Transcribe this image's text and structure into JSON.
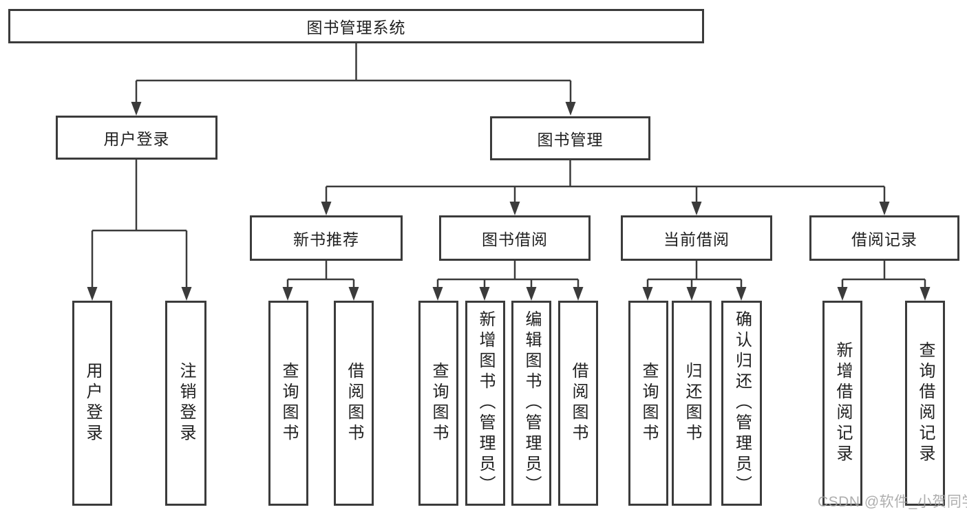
{
  "diagram": {
    "root": {
      "label": "图书管理系统"
    },
    "level2": [
      {
        "id": "user-login",
        "label": "用户登录"
      },
      {
        "id": "book-management",
        "label": "图书管理"
      }
    ],
    "level3": [
      {
        "id": "new-book-recommend",
        "label": "新书推荐"
      },
      {
        "id": "book-borrow",
        "label": "图书借阅"
      },
      {
        "id": "current-borrow",
        "label": "当前借阅"
      },
      {
        "id": "borrow-records",
        "label": "借阅记录"
      }
    ],
    "leaves": [
      {
        "id": "user-login-leaf",
        "label": "用户登录"
      },
      {
        "id": "logout",
        "label": "注销登录"
      },
      {
        "id": "query-books-recommend",
        "label": "查询图书"
      },
      {
        "id": "borrow-books-recommend",
        "label": "借阅图书"
      },
      {
        "id": "query-books-borrow",
        "label": "查询图书"
      },
      {
        "id": "add-books-admin",
        "label": "新增图书（管理员）"
      },
      {
        "id": "edit-books-admin",
        "label": "编辑图书（管理员）"
      },
      {
        "id": "borrow-books",
        "label": "借阅图书"
      },
      {
        "id": "query-books-current",
        "label": "查询图书"
      },
      {
        "id": "return-books",
        "label": "归还图书"
      },
      {
        "id": "confirm-return-admin",
        "label": "确认归还（管理员）"
      },
      {
        "id": "add-borrow-record",
        "label": "新增借阅记录"
      },
      {
        "id": "query-borrow-record",
        "label": "查询借阅记录"
      }
    ]
  },
  "watermark": {
    "text": "CSDN @软件_小贺同学"
  },
  "colors": {
    "line": "#3b3b3b",
    "text": "#1f1f1f",
    "watermark": "#a0a0a0",
    "background": "#ffffff"
  }
}
